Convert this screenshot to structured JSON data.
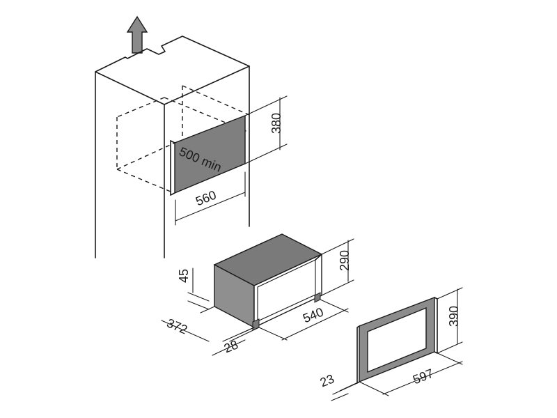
{
  "dimensions": {
    "cutout_height": "380",
    "cutout_depth": "500 min",
    "cutout_width": "560",
    "unit_front_offset": "45",
    "unit_height": "290",
    "unit_depth": "372",
    "front_thickness": "28",
    "unit_width": "540",
    "frame_height": "390",
    "frame_depth": "23",
    "frame_width": "597"
  },
  "colors": {
    "cavity_fill": "#7f7f7f",
    "unit_body": "#8a8a8a",
    "unit_top": "#7a7a7a",
    "frame_fill": "#8c8c8c",
    "arrow_fill": "#8a8a8a"
  }
}
